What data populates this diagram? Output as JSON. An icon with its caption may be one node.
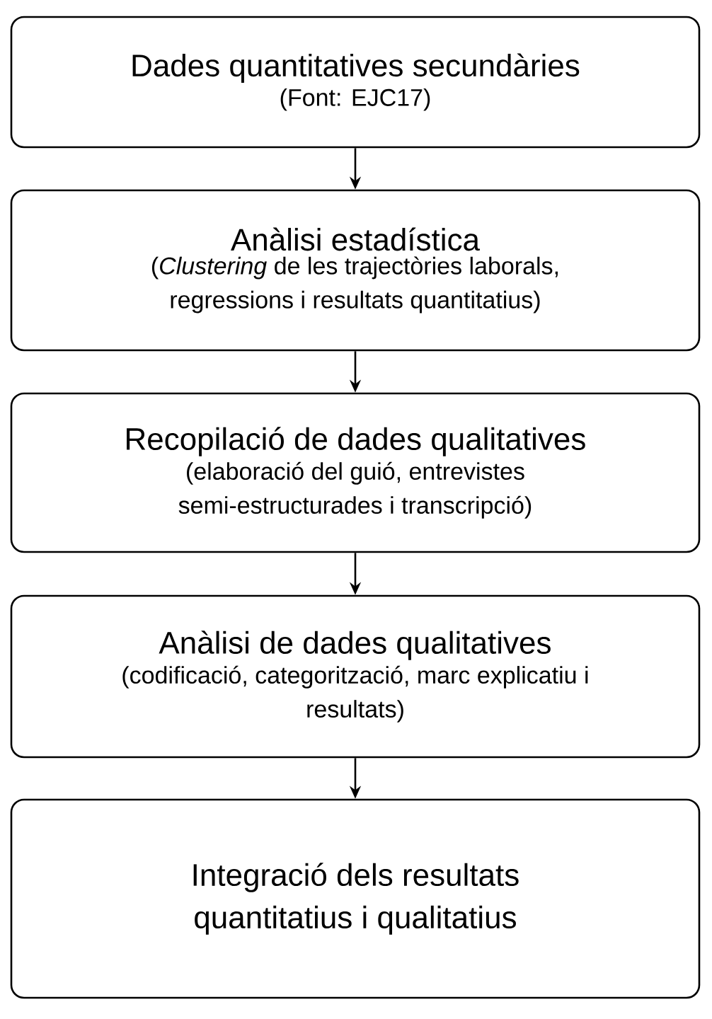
{
  "diagram": {
    "nodes": [
      {
        "text": [
          "Dades quantitatives secundàries",
          "(Font: EJC17)"
        ]
      },
      {
        "text": [
          "Anàlisi estadística",
          "(*Clustering* de les trajectòries laborals, regressions i resultats quantitatius)"
        ]
      },
      {
        "text": [
          "Recopilació de dades qualitatives",
          "(elaboració del guió, entrevistes semi-estructurades i transcripció)"
        ]
      },
      {
        "text": [
          "Anàlisi de dades qualitatives",
          "(codificació, categorització, marc explicatiu i resultats)"
        ]
      },
      {
        "text": [
          "Integració dels resultats quantitatius i qualitatius"
        ]
      }
    ],
    "edges": [
      {
        "from": 0,
        "to": 1,
        "arrow": "to"
      },
      {
        "from": 1,
        "to": 2,
        "arrow": "to"
      },
      {
        "from": 2,
        "to": 3,
        "arrow": "to"
      },
      {
        "from": 3,
        "to": 4,
        "arrow": "to"
      }
    ]
  }
}
